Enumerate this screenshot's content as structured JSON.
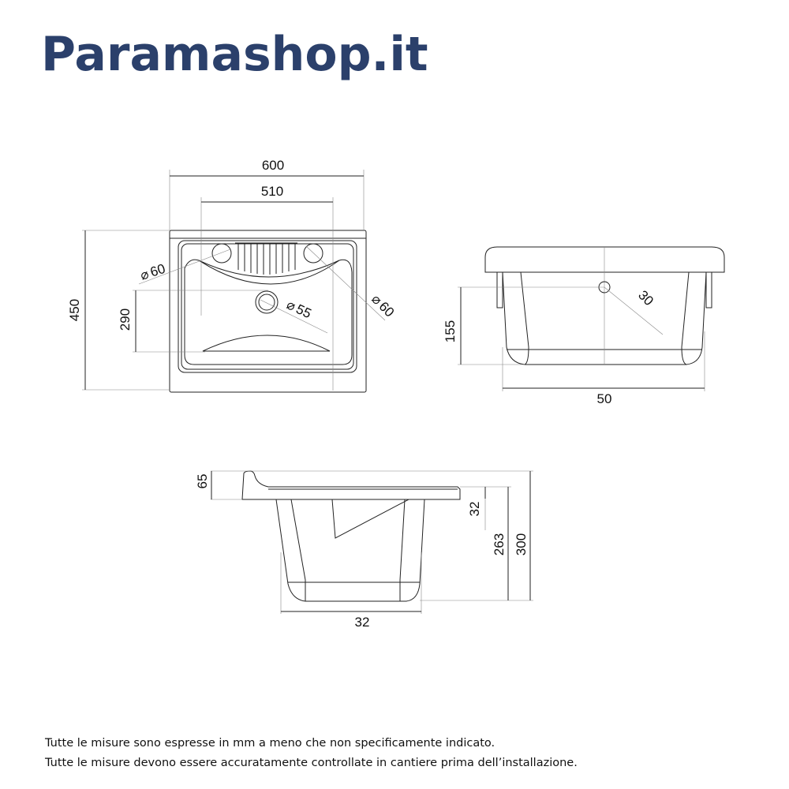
{
  "brand": {
    "logo_text": "Paramashop.it",
    "color": "#2b406b"
  },
  "top_view": {
    "width_total": "600",
    "width_inner": "510",
    "depth_total": "450",
    "drain_offset": "290",
    "hole_left": "60",
    "hole_right": "60",
    "drain": "55",
    "diameter_symbol": "⌀"
  },
  "front_view": {
    "height": "155",
    "width": "50",
    "overflow": "30"
  },
  "side_view": {
    "rim_height": "65",
    "ledge": "32",
    "basin_height": "263",
    "total_height": "300",
    "bottom_width": "32"
  },
  "notes": [
    "Tutte le misure sono espresse in mm a meno che non specificamente indicato.",
    "Tutte le misure devono essere accuratamente controllate in cantiere prima dell’installazione."
  ]
}
